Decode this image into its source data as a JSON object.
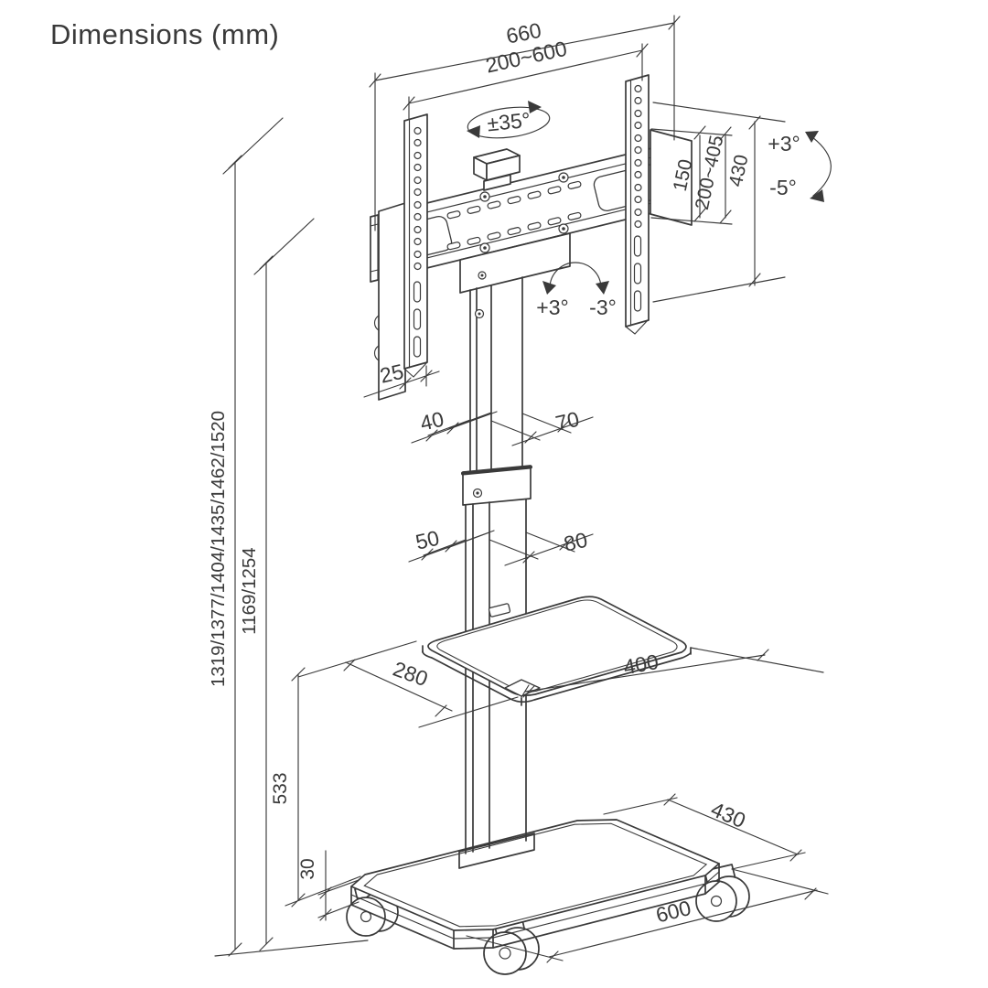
{
  "title": "Dimensions (mm)",
  "unit": "mm",
  "colors": {
    "line": "#3a3a3a",
    "background": "#ffffff"
  },
  "labels": {
    "rail_width": "660",
    "vesa_width": "200~600",
    "swivel": "±35°",
    "plate_height": "150",
    "vesa_height": "200~405",
    "bracket_height": "430",
    "tilt_up": "+3°",
    "tilt_down": "-5°",
    "level_left": "+3°",
    "level_right": "-3°",
    "bracket_depth": "25",
    "upper_column_width": "40",
    "upper_column_depth": "70",
    "lower_column_width": "50",
    "lower_column_depth": "80",
    "shelf_depth": "280",
    "shelf_width": "400",
    "height_options": "1319/1377/1404/1435/1462/1520",
    "column_heights": "1169/1254",
    "shelf_elevation": "533",
    "base_thickness": "30",
    "base_depth": "430",
    "base_width": "600"
  }
}
